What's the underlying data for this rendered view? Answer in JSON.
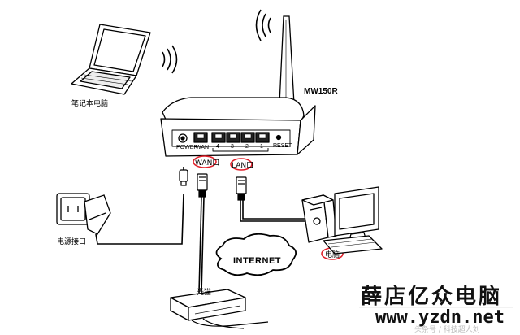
{
  "devices": {
    "router_model": "MW150R",
    "laptop_label": "笔记本电脑",
    "power_label": "电源接口",
    "desktop_label": "电脑",
    "modem_label": "光猫",
    "internet_label": "INTERNET"
  },
  "ports": {
    "wan_label": "WAN口",
    "lan_label": "LAN口",
    "power_port": "POWER",
    "wan_port": "WAN",
    "lan_numbers": [
      "4",
      "3",
      "2",
      "1"
    ],
    "reset_port": "RESET"
  },
  "watermark": {
    "title": "薛店亿众电脑",
    "url": "www.yzdn.net",
    "source": "头条号 / 科技超人刘"
  },
  "colors": {
    "line": "#000000",
    "highlight_circle": "#e0202a",
    "watermark": "#111111"
  }
}
